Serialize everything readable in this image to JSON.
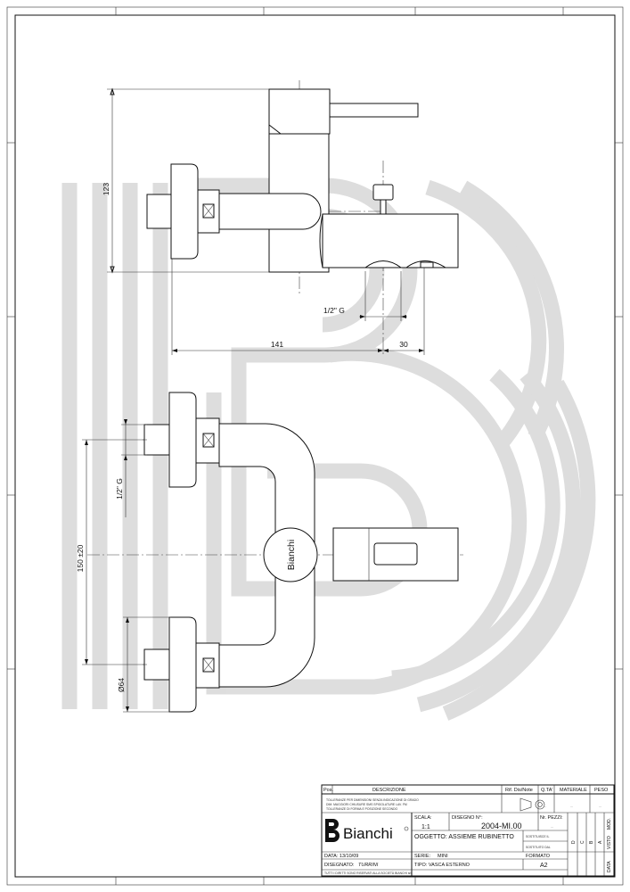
{
  "watermark": {
    "color": "#dcdcdc"
  },
  "dimensions": {
    "height_top": "123",
    "thread_top": "1/2\" G",
    "width_main": "141",
    "width_spout": "30",
    "thread_side": "1/2\" G",
    "centers": "150 ±20",
    "flange_dia": "Ø64"
  },
  "front_view": {
    "logo_text": "Bianchi"
  },
  "title_block": {
    "header": {
      "pos": "Pos.",
      "descrizione": "DESCRIZIONE",
      "rif": "Rif. Dis/Note",
      "qta": "Q.TA'",
      "materiale": "MATERIALE",
      "peso": "PESO"
    },
    "notice_lines": [
      "TOLLERANZE PER DIMENSIONI SENZA INDICAZIONE DI GRADO",
      "DIM. MAGGIORI   CHIUSURE   SMS   SPIGOLATURE   LAV.   FM",
      "TOLLERANZE DI FORMA E POSIZIONE SECONDO"
    ],
    "logo": "Bianchi",
    "scala_label": "SCALA:",
    "scala_value": "1:1",
    "disegno_label": "DISEGNO N°:",
    "disegno_value": "2004-MI.00",
    "pezzi_label": "Nr. PEZZI:",
    "oggetto": "OGGETTO: ASSIEME RUBINETTO",
    "serie_label": "SERIE:",
    "serie_value": "MINI",
    "tipo": "TIPO: VASCA ESTERNO",
    "data": "DATA: 13/10/09",
    "disegnato_label": "DISEGNATO:",
    "disegnato_value": "TURRINI",
    "formato_label": "FORMATO",
    "formato_value": "A2",
    "sostituisce": "SOSTITUISCE IL",
    "sostituito": "SOSTITUITO DAL",
    "diritti": "TUTTI I DIRITTI SONO RISERVATI ALLA SOCIETÀ BIANCHI srl",
    "rev_letters": [
      "D",
      "C",
      "B",
      "A"
    ],
    "rev_headers": [
      "MOD.",
      "VISTO",
      "DATA"
    ],
    "dash": "..."
  }
}
